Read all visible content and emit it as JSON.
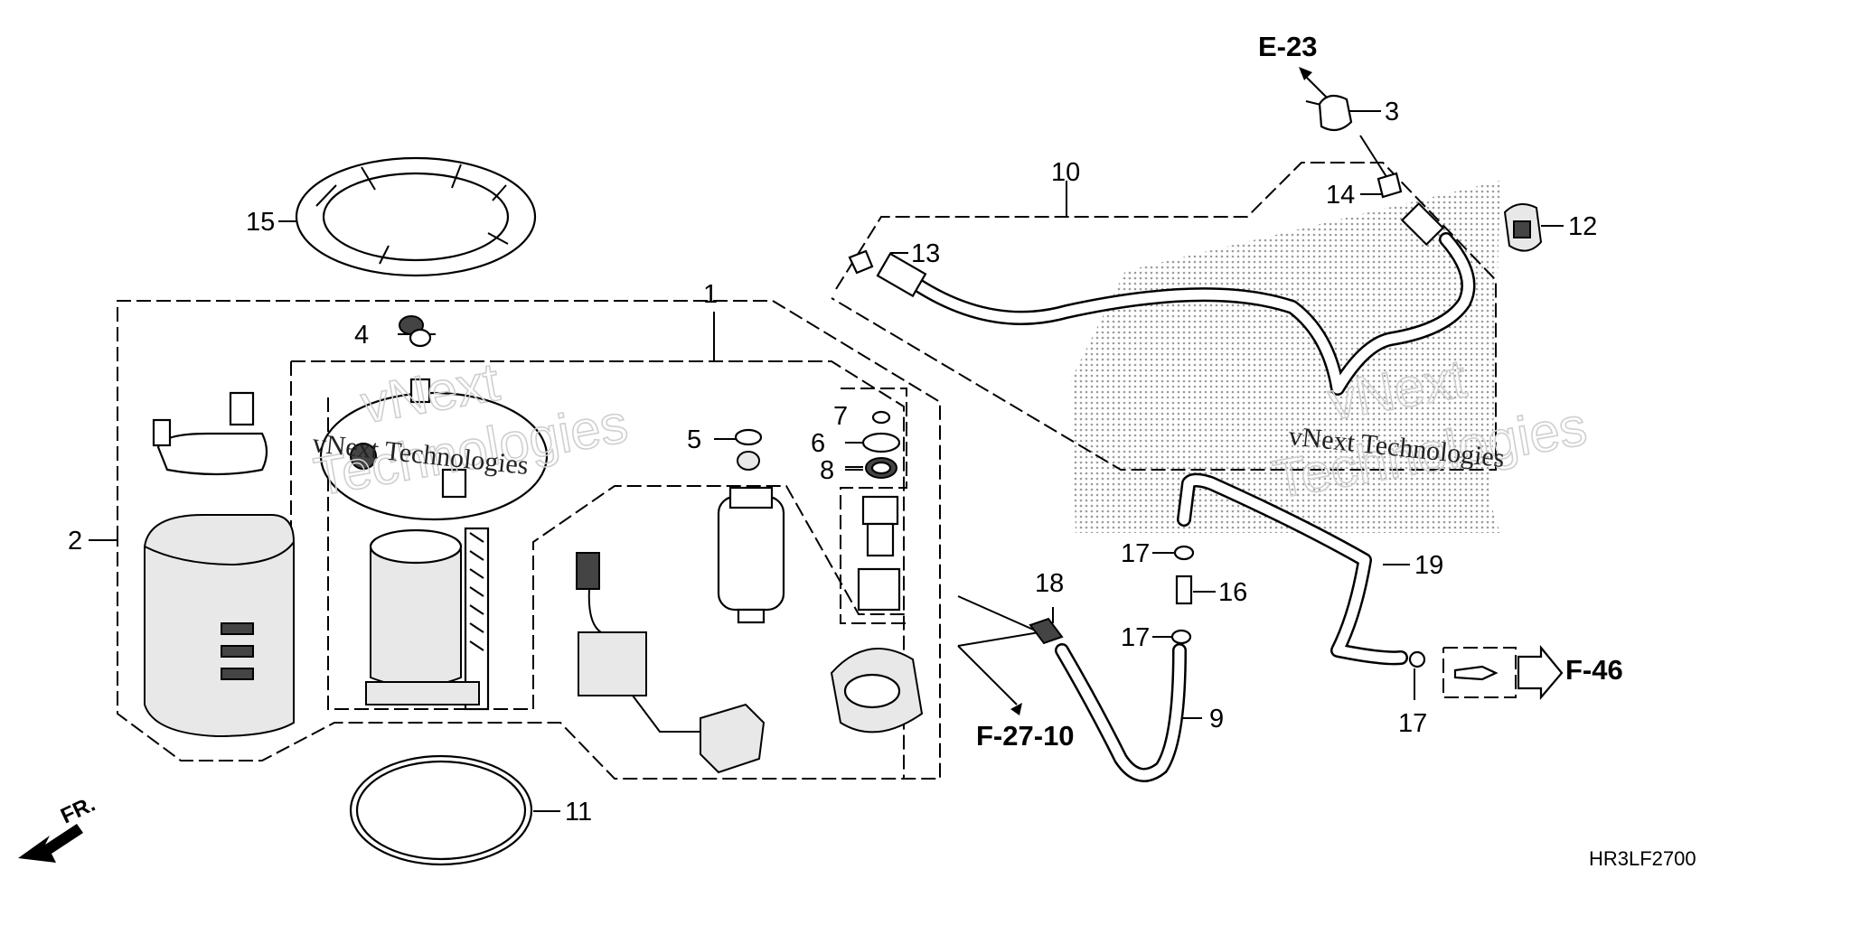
{
  "diagram": {
    "callouts": {
      "c1": "1",
      "c2": "2",
      "c3": "3",
      "c4": "4",
      "c5": "5",
      "c6": "6",
      "c7": "7",
      "c8": "8",
      "c9": "9",
      "c10": "10",
      "c11": "11",
      "c12": "12",
      "c13": "13",
      "c14": "14",
      "c15": "15",
      "c16": "16",
      "c17a": "17",
      "c17b": "17",
      "c17c": "17",
      "c18": "18",
      "c19": "19"
    },
    "refs": {
      "e23": "E-23",
      "f27": "F-27-10",
      "f46": "F-46"
    },
    "front_label": "FR.",
    "code": "HR3LF2700",
    "watermark": {
      "line1": "vNext",
      "line2": "Technologies",
      "small": "vNext Technologies"
    }
  }
}
